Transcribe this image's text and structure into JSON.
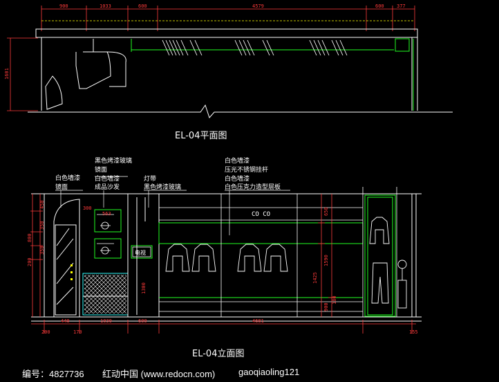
{
  "plan": {
    "title": "EL-04平面图",
    "dims_top": [
      "900",
      "1033",
      "600",
      "4579",
      "600",
      "377"
    ],
    "dim_left": "1601"
  },
  "elevation": {
    "title": "EL-04立面图",
    "notes": {
      "white_paint_left": "白色墙漆",
      "mirror_left": "镜面",
      "black_paint_glass_top": "黑色烤漆玻璃",
      "mirror_top": "镜面",
      "white_paint_mid": "白色墙漆",
      "sofa": "成品沙发",
      "light_strip": "灯带",
      "black_paint_glass_mid": "黑色烤漆玻璃",
      "white_paint_right1": "白色墙漆",
      "steel_rod": "压光不锈钢挂杆",
      "white_paint_right2": "白色墙漆",
      "acrylic_shelf": "白色压克力造型层板"
    },
    "logo": "CO CO",
    "sign": "电视",
    "dims_bottom": [
      "440",
      "1030",
      "600",
      "4681"
    ],
    "dims_bottom2": [
      "200",
      "170",
      "155"
    ],
    "dims_left": [
      "450",
      "350",
      "800",
      "350",
      "200"
    ],
    "dims_inner": [
      "300",
      "563",
      "1300",
      "650",
      "1590",
      "1425",
      "900",
      "180"
    ]
  },
  "footer": {
    "id_text": "编号：4827736",
    "site_text": "红动中国 (www.redocn.com)",
    "author_text": "gaoqiaoling121"
  },
  "colors": {
    "background": "#000000",
    "wall": "#ffffff",
    "dimension": "#ff3b3b",
    "green": "#22ff22",
    "yellow": "#ffff00",
    "cyan": "#33ffff"
  }
}
